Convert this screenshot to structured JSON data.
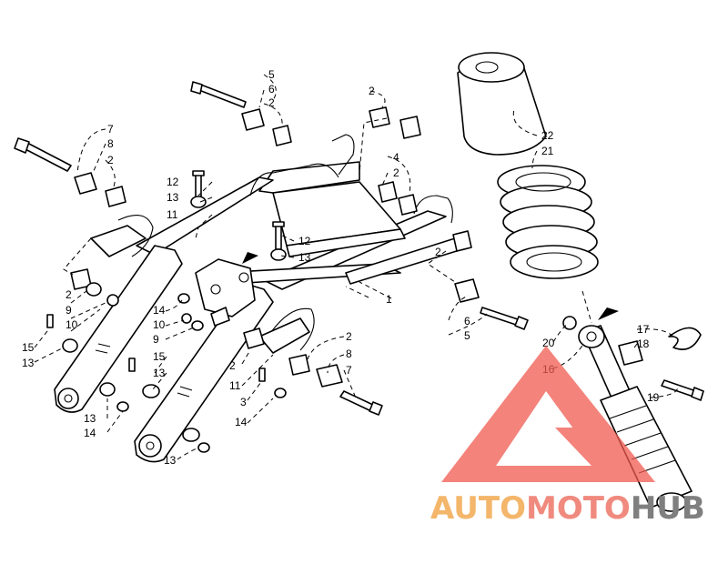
{
  "callouts": {
    "c1": "1",
    "c2": "2",
    "c3": "3",
    "c4": "4",
    "c5": "5",
    "c6": "6",
    "c7": "7",
    "c8": "8",
    "c9": "9",
    "c10": "10",
    "c11": "11",
    "c12": "12",
    "c13": "13",
    "c14": "14",
    "c15": "15",
    "c16": "16",
    "c17": "17",
    "c18": "18",
    "c19": "19",
    "c20": "20",
    "c21": "21",
    "c22": "22"
  },
  "watermark": {
    "word_part1": "AUTO",
    "word_part2": "MOTO",
    "word_part3": "HUB",
    "color_part1": "#f3b66a",
    "color_part2": "#f08a7e",
    "color_part3": "#7f7f7f",
    "logo_color": "#f05a4f"
  }
}
